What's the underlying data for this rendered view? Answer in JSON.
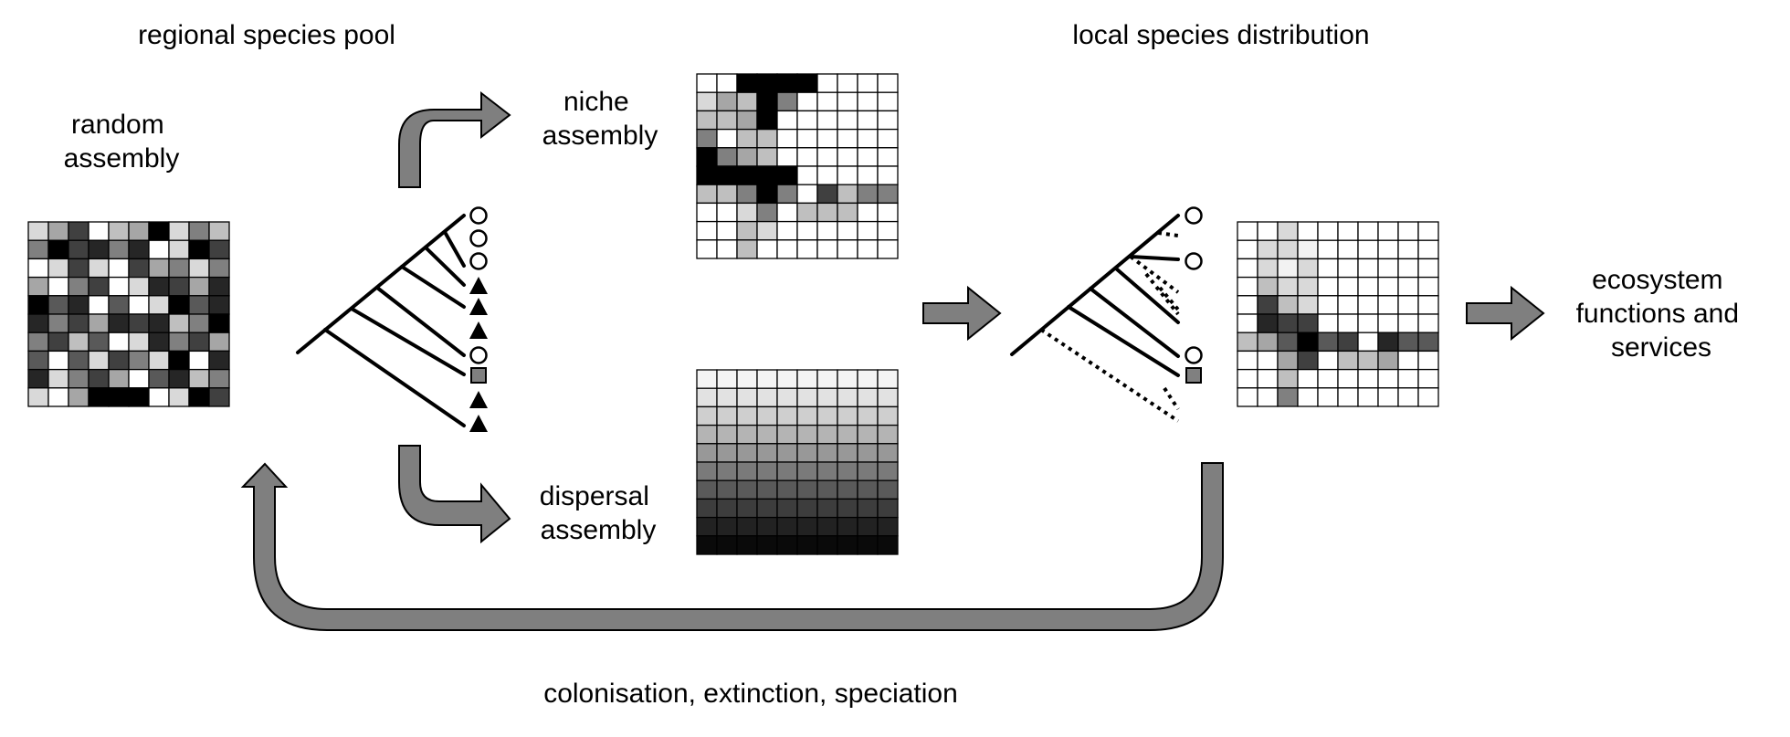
{
  "labels": {
    "regional_pool": "regional species pool",
    "local_distribution": "local species distribution",
    "random_assembly": [
      "random",
      "assembly"
    ],
    "niche_assembly": [
      "niche",
      "assembly"
    ],
    "dispersal_assembly": [
      "dispersal",
      "assembly"
    ],
    "ecosystem": [
      "ecosystem",
      "functions and",
      "services"
    ],
    "feedback": "colonisation, extinction, speciation"
  },
  "colors": {
    "arrow_fill": "#7f7f7f",
    "line": "#000000",
    "grid_line": "#000000",
    "square_marker": "#808080"
  },
  "grids": {
    "random": [
      [
        "#d9d9d9",
        "#a6a6a6",
        "#404040",
        "#ffffff",
        "#bfbfbf",
        "#a6a6a6",
        "#000000",
        "#d9d9d9",
        "#808080",
        "#bfbfbf"
      ],
      [
        "#808080",
        "#000000",
        "#404040",
        "#262626",
        "#808080",
        "#262626",
        "#ffffff",
        "#d9d9d9",
        "#000000",
        "#404040"
      ],
      [
        "#ffffff",
        "#d9d9d9",
        "#404040",
        "#d9d9d9",
        "#ffffff",
        "#404040",
        "#a6a6a6",
        "#808080",
        "#d9d9d9",
        "#808080"
      ],
      [
        "#a6a6a6",
        "#ffffff",
        "#808080",
        "#404040",
        "#ffffff",
        "#d9d9d9",
        "#262626",
        "#404040",
        "#a6a6a6",
        "#262626"
      ],
      [
        "#000000",
        "#595959",
        "#262626",
        "#ffffff",
        "#595959",
        "#ffffff",
        "#d9d9d9",
        "#000000",
        "#595959",
        "#262626"
      ],
      [
        "#262626",
        "#808080",
        "#404040",
        "#a6a6a6",
        "#262626",
        "#404040",
        "#262626",
        "#bfbfbf",
        "#808080",
        "#000000"
      ],
      [
        "#808080",
        "#404040",
        "#bfbfbf",
        "#595959",
        "#ffffff",
        "#d9d9d9",
        "#262626",
        "#808080",
        "#404040",
        "#a6a6a6"
      ],
      [
        "#595959",
        "#ffffff",
        "#595959",
        "#d9d9d9",
        "#404040",
        "#808080",
        "#d9d9d9",
        "#000000",
        "#ffffff",
        "#262626"
      ],
      [
        "#262626",
        "#d9d9d9",
        "#808080",
        "#404040",
        "#a6a6a6",
        "#ffffff",
        "#595959",
        "#262626",
        "#bfbfbf",
        "#808080"
      ],
      [
        "#d9d9d9",
        "#ffffff",
        "#a6a6a6",
        "#000000",
        "#000000",
        "#000000",
        "#ffffff",
        "#d9d9d9",
        "#000000",
        "#404040"
      ]
    ],
    "niche": [
      [
        "#ffffff",
        "#ffffff",
        "#000000",
        "#000000",
        "#000000",
        "#000000",
        "#ffffff",
        "#ffffff",
        "#ffffff",
        "#ffffff"
      ],
      [
        "#d9d9d9",
        "#a6a6a6",
        "#bfbfbf",
        "#000000",
        "#808080",
        "#ffffff",
        "#ffffff",
        "#ffffff",
        "#ffffff",
        "#ffffff"
      ],
      [
        "#bfbfbf",
        "#bfbfbf",
        "#a6a6a6",
        "#000000",
        "#ffffff",
        "#ffffff",
        "#ffffff",
        "#ffffff",
        "#ffffff",
        "#ffffff"
      ],
      [
        "#808080",
        "#ffffff",
        "#bfbfbf",
        "#bfbfbf",
        "#ffffff",
        "#ffffff",
        "#ffffff",
        "#ffffff",
        "#ffffff",
        "#ffffff"
      ],
      [
        "#000000",
        "#808080",
        "#a6a6a6",
        "#bfbfbf",
        "#ffffff",
        "#ffffff",
        "#ffffff",
        "#ffffff",
        "#ffffff",
        "#ffffff"
      ],
      [
        "#000000",
        "#000000",
        "#000000",
        "#000000",
        "#000000",
        "#ffffff",
        "#ffffff",
        "#ffffff",
        "#ffffff",
        "#ffffff"
      ],
      [
        "#bfbfbf",
        "#bfbfbf",
        "#808080",
        "#000000",
        "#808080",
        "#ffffff",
        "#404040",
        "#bfbfbf",
        "#808080",
        "#808080"
      ],
      [
        "#ffffff",
        "#ffffff",
        "#d9d9d9",
        "#808080",
        "#ffffff",
        "#bfbfbf",
        "#bfbfbf",
        "#bfbfbf",
        "#ffffff",
        "#ffffff"
      ],
      [
        "#ffffff",
        "#ffffff",
        "#bfbfbf",
        "#d9d9d9",
        "#ffffff",
        "#ffffff",
        "#ffffff",
        "#ffffff",
        "#ffffff",
        "#ffffff"
      ],
      [
        "#ffffff",
        "#ffffff",
        "#bfbfbf",
        "#ffffff",
        "#ffffff",
        "#ffffff",
        "#ffffff",
        "#ffffff",
        "#ffffff",
        "#ffffff"
      ]
    ],
    "dispersal": [
      [
        "#f4f4f4",
        "#f4f4f4",
        "#f4f4f4",
        "#f4f4f4",
        "#f4f4f4",
        "#f4f4f4",
        "#f4f4f4",
        "#f4f4f4",
        "#f4f4f4",
        "#f4f4f4"
      ],
      [
        "#e2e2e2",
        "#e2e2e2",
        "#e2e2e2",
        "#e2e2e2",
        "#e2e2e2",
        "#e2e2e2",
        "#e2e2e2",
        "#e2e2e2",
        "#e2e2e2",
        "#e2e2e2"
      ],
      [
        "#cfcfcf",
        "#cfcfcf",
        "#cfcfcf",
        "#cfcfcf",
        "#cfcfcf",
        "#cfcfcf",
        "#cfcfcf",
        "#cfcfcf",
        "#cfcfcf",
        "#cfcfcf"
      ],
      [
        "#b4b4b4",
        "#b4b4b4",
        "#b4b4b4",
        "#b4b4b4",
        "#b4b4b4",
        "#b4b4b4",
        "#b4b4b4",
        "#b4b4b4",
        "#b4b4b4",
        "#b4b4b4"
      ],
      [
        "#989898",
        "#989898",
        "#989898",
        "#989898",
        "#989898",
        "#989898",
        "#989898",
        "#989898",
        "#989898",
        "#989898"
      ],
      [
        "#7a7a7a",
        "#7a7a7a",
        "#7a7a7a",
        "#7a7a7a",
        "#7a7a7a",
        "#7a7a7a",
        "#7a7a7a",
        "#7a7a7a",
        "#7a7a7a",
        "#7a7a7a"
      ],
      [
        "#5a5a5a",
        "#5a5a5a",
        "#5a5a5a",
        "#5a5a5a",
        "#5a5a5a",
        "#5a5a5a",
        "#5a5a5a",
        "#5a5a5a",
        "#5a5a5a",
        "#5a5a5a"
      ],
      [
        "#3d3d3d",
        "#3d3d3d",
        "#3d3d3d",
        "#3d3d3d",
        "#3d3d3d",
        "#3d3d3d",
        "#3d3d3d",
        "#3d3d3d",
        "#3d3d3d",
        "#3d3d3d"
      ],
      [
        "#222222",
        "#222222",
        "#222222",
        "#222222",
        "#222222",
        "#222222",
        "#222222",
        "#222222",
        "#222222",
        "#222222"
      ],
      [
        "#0a0a0a",
        "#0a0a0a",
        "#0a0a0a",
        "#0a0a0a",
        "#0a0a0a",
        "#0a0a0a",
        "#0a0a0a",
        "#0a0a0a",
        "#0a0a0a",
        "#0a0a0a"
      ]
    ],
    "local": [
      [
        "#ffffff",
        "#ffffff",
        "#d9d9d9",
        "#ffffff",
        "#ffffff",
        "#ffffff",
        "#ffffff",
        "#ffffff",
        "#ffffff",
        "#ffffff"
      ],
      [
        "#ffffff",
        "#d9d9d9",
        "#d9d9d9",
        "#f2f2f2",
        "#ffffff",
        "#ffffff",
        "#ffffff",
        "#ffffff",
        "#ffffff",
        "#ffffff"
      ],
      [
        "#ffffff",
        "#d9d9d9",
        "#f2f2f2",
        "#d9d9d9",
        "#ffffff",
        "#ffffff",
        "#ffffff",
        "#ffffff",
        "#ffffff",
        "#ffffff"
      ],
      [
        "#ffffff",
        "#bfbfbf",
        "#d9d9d9",
        "#d9d9d9",
        "#ffffff",
        "#ffffff",
        "#ffffff",
        "#ffffff",
        "#ffffff",
        "#ffffff"
      ],
      [
        "#ffffff",
        "#404040",
        "#bfbfbf",
        "#d9d9d9",
        "#ffffff",
        "#ffffff",
        "#ffffff",
        "#ffffff",
        "#ffffff",
        "#ffffff"
      ],
      [
        "#ffffff",
        "#262626",
        "#404040",
        "#404040",
        "#ffffff",
        "#ffffff",
        "#ffffff",
        "#ffffff",
        "#ffffff",
        "#ffffff"
      ],
      [
        "#bfbfbf",
        "#a6a6a6",
        "#595959",
        "#000000",
        "#595959",
        "#404040",
        "#ffffff",
        "#262626",
        "#595959",
        "#595959"
      ],
      [
        "#ffffff",
        "#ffffff",
        "#a6a6a6",
        "#404040",
        "#ffffff",
        "#bfbfbf",
        "#bfbfbf",
        "#a6a6a6",
        "#ffffff",
        "#ffffff"
      ],
      [
        "#ffffff",
        "#ffffff",
        "#bfbfbf",
        "#ffffff",
        "#ffffff",
        "#ffffff",
        "#ffffff",
        "#ffffff",
        "#ffffff",
        "#ffffff"
      ],
      [
        "#ffffff",
        "#ffffff",
        "#808080",
        "#ffffff",
        "#ffffff",
        "#ffffff",
        "#ffffff",
        "#ffffff",
        "#ffffff",
        "#ffffff"
      ]
    ]
  },
  "tree_markers": {
    "regional": [
      "circle",
      "circle",
      "circle",
      "triangle",
      "triangle",
      "triangle",
      "circle",
      "square",
      "triangle",
      "triangle"
    ],
    "local": [
      "circle",
      "circle",
      "circle",
      "square"
    ]
  }
}
